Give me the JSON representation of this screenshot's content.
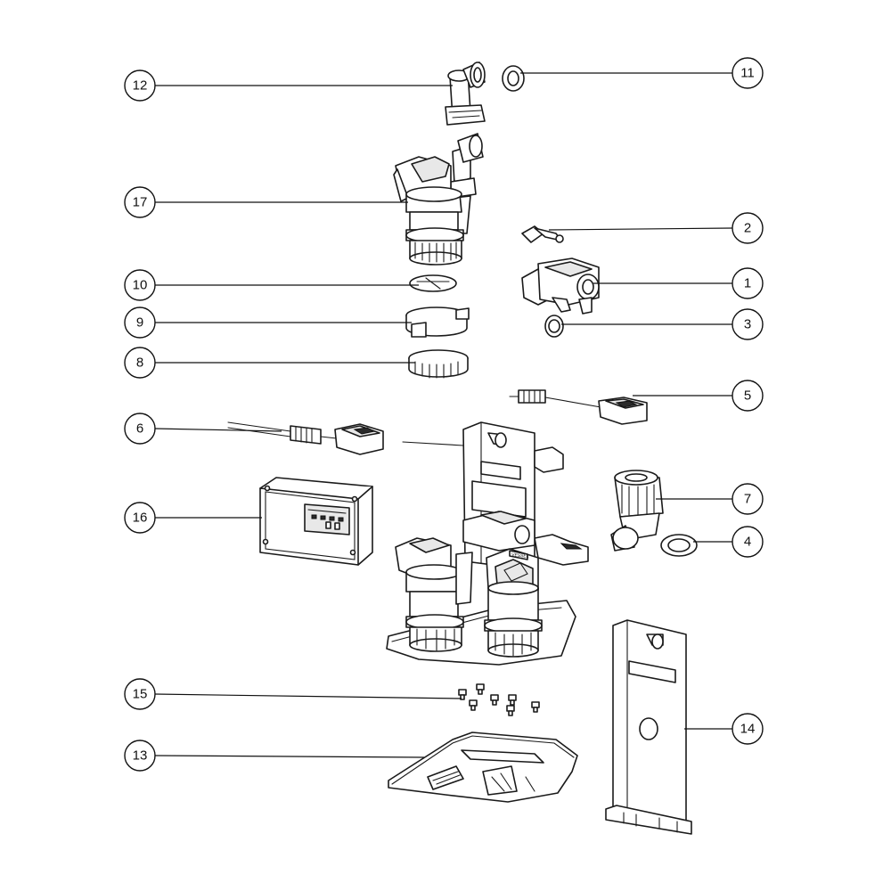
{
  "callouts": [
    {
      "id": "c1",
      "label": "1"
    },
    {
      "id": "c2",
      "label": "2"
    },
    {
      "id": "c3",
      "label": "3"
    },
    {
      "id": "c4",
      "label": "4"
    },
    {
      "id": "c5",
      "label": "5"
    },
    {
      "id": "c6",
      "label": "6"
    },
    {
      "id": "c7",
      "label": "7"
    },
    {
      "id": "c8",
      "label": "8"
    },
    {
      "id": "c9",
      "label": "9"
    },
    {
      "id": "c10",
      "label": "10"
    },
    {
      "id": "c11",
      "label": "11"
    },
    {
      "id": "c12",
      "label": "12"
    },
    {
      "id": "c13",
      "label": "13"
    },
    {
      "id": "c14",
      "label": "14"
    },
    {
      "id": "c15",
      "label": "15"
    },
    {
      "id": "c16",
      "label": "16"
    },
    {
      "id": "c17",
      "label": "17"
    }
  ],
  "brand_label": "VESSEL"
}
